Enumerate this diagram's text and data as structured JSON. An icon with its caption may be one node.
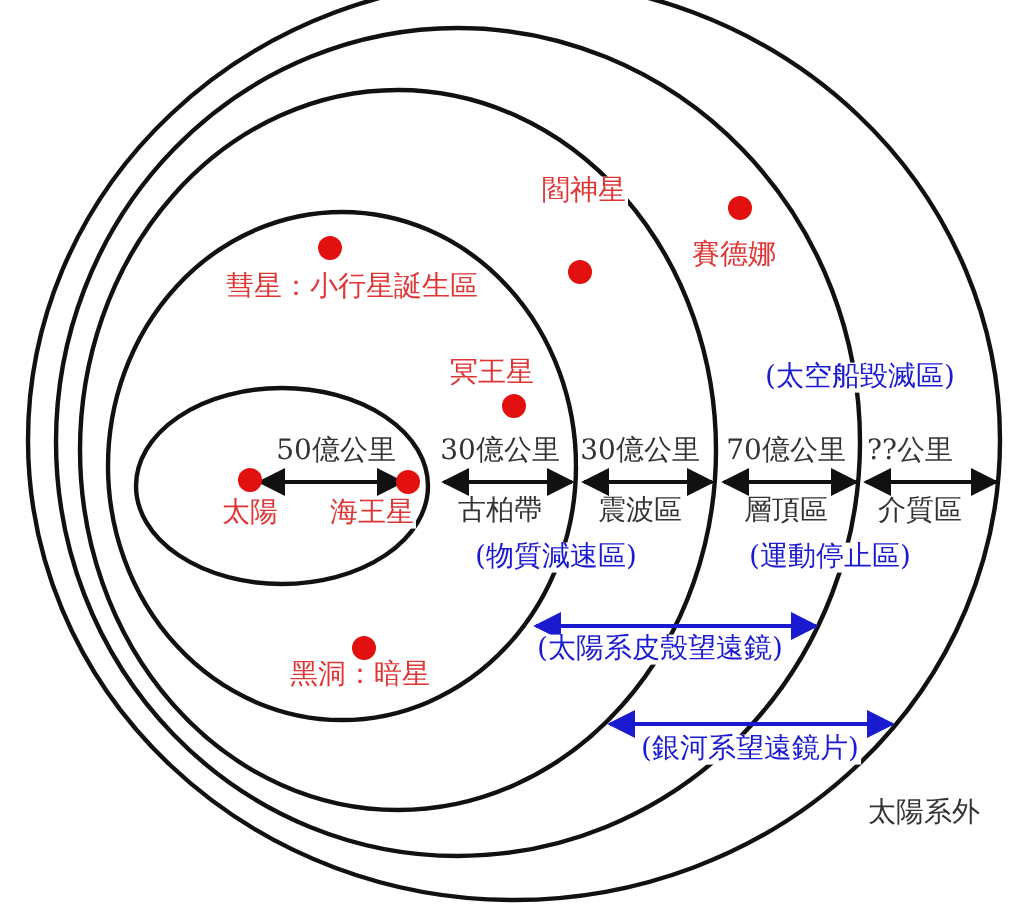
{
  "diagram": {
    "labels": [
      "賽德娜",
      "閻神星",
      "彗星：小行星誕生區",
      "冥王星",
      "(太空船毀滅區)",
      "50億公里",
      "30億公里",
      "30億公里",
      "70億公里",
      "??公里",
      "太陽",
      "海王星",
      "古柏帶",
      "震波區",
      "層頂區",
      "介質區",
      "(物質減速區)",
      "(運動停止區)",
      "(太陽系皮殼望遠鏡)",
      "黑洞：暗星",
      "(銀河系望遠鏡片)",
      "太陽系外"
    ]
  }
}
